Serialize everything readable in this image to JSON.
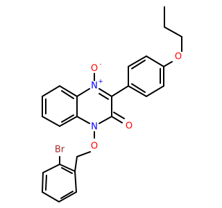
{
  "colors": {
    "bond": "#000000",
    "oxygen": "#ff0000",
    "nitrogen": "#0000ff",
    "bromine": "#a52a2a"
  },
  "atoms": {
    "n_oxide_oxygen": "O",
    "n_oxide_oxygen_charge": "-",
    "ring_nitrogen_top": "N",
    "ring_nitrogen_top_charge": "+",
    "ring_nitrogen_bottom": "N",
    "carbonyl_oxygen": "O",
    "ether_oxygen_nbenzyloxy": "O",
    "ether_oxygen_propoxy": "O",
    "bromine": "Br"
  }
}
